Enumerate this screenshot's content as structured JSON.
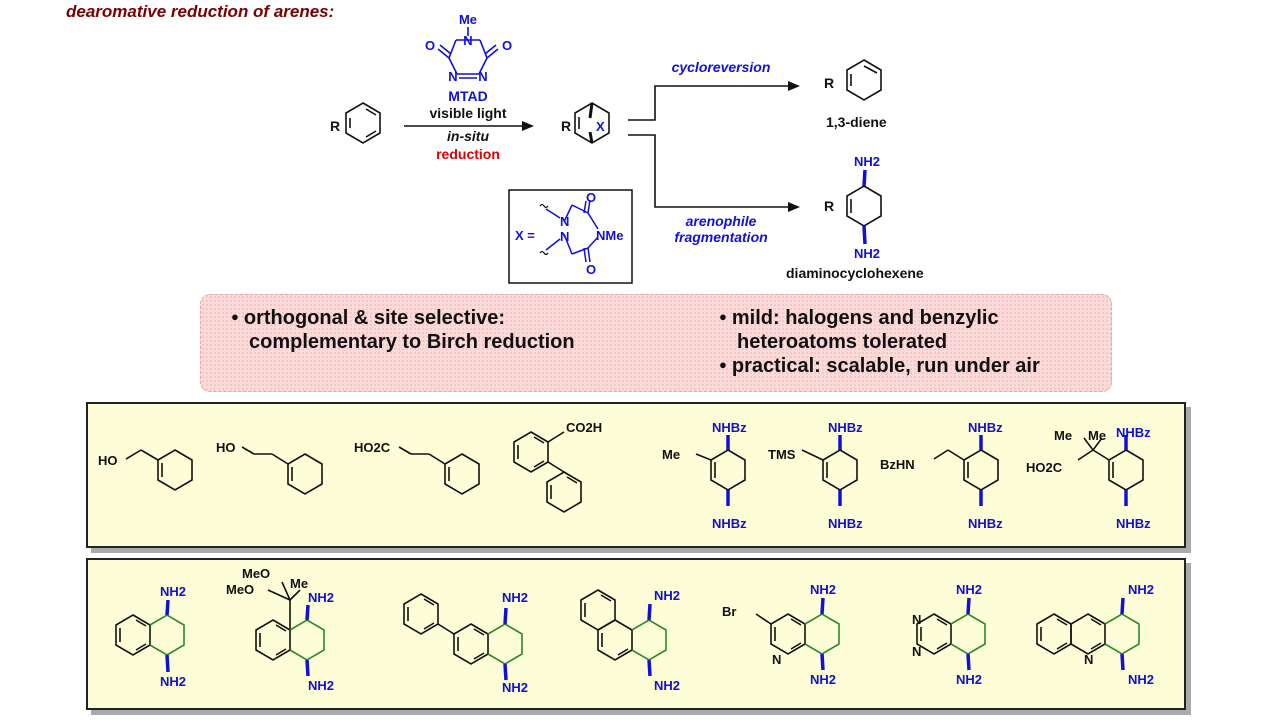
{
  "title": "dearomative reduction of arenes:",
  "scheme": {
    "reagent": {
      "me": "Me",
      "o": "O",
      "n": "N",
      "name": "MTAD"
    },
    "conditions": {
      "line1": "visible light",
      "line2": "in-situ",
      "line3": "reduction"
    },
    "r": "R",
    "x": "X",
    "x_equals": "X =",
    "nme": "NMe",
    "arrow_top_label": "cycloreversion",
    "arrow_bottom_label_1": "arenophile",
    "arrow_bottom_label_2": "fragmentation",
    "product_top": "1,3-diene",
    "product_bottom": "diaminocyclohexene",
    "nh2": "NH2"
  },
  "features": {
    "left_1": "orthogonal & site selective:",
    "left_2": "complementary to Birch reduction",
    "right_1": "mild: halogens and benzylic",
    "right_2": "heteroatoms tolerated",
    "right_3": "practical: scalable, run under air"
  },
  "examples_row1": {
    "ho": "HO",
    "ho2c": "HO2C",
    "co2h": "CO2H",
    "nhbz": "NHBz",
    "bzhn": "BzHN",
    "me": "Me",
    "tms": "TMS"
  },
  "examples_row2": {
    "nh2": "NH2",
    "meo": "MeO",
    "me": "Me",
    "br": "Br",
    "n": "N"
  },
  "colors": {
    "blue": "#1010d8",
    "green": "#2a8a2a",
    "red": "#e00000",
    "title": "#7a0000"
  }
}
